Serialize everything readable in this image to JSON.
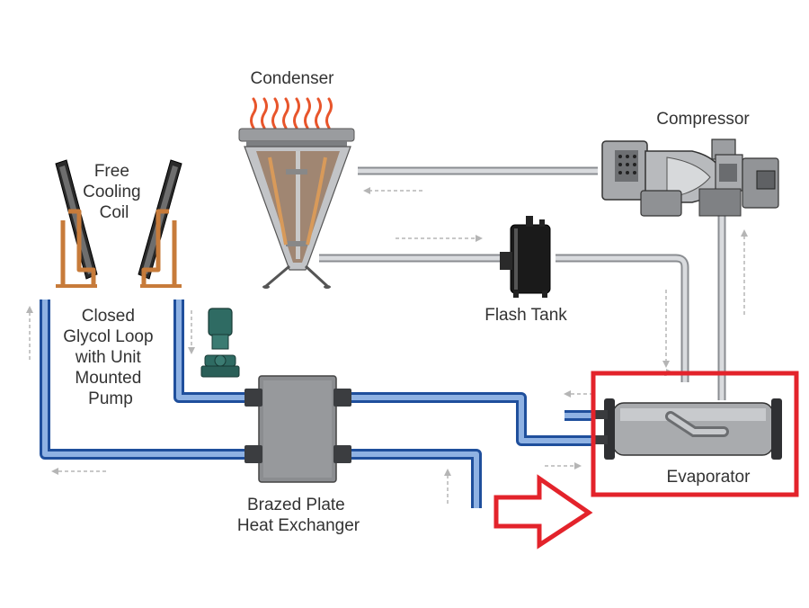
{
  "labels": {
    "condenser": "Condenser",
    "compressor": "Compressor",
    "free_cooling_coil": [
      "Free",
      "Cooling",
      "Coil"
    ],
    "closed_glycol_loop": [
      "Closed",
      "Glycol Loop",
      "with Unit",
      "Mounted",
      "Pump"
    ],
    "flash_tank": "Flash Tank",
    "evaporator": "Evaporator",
    "brazed_plate_heat_exchanger": [
      "Brazed Plate",
      "Heat Exchanger"
    ]
  },
  "colors": {
    "highlight": "#e3232b",
    "glycol_pipe": "#1f4f9c",
    "refrigerant_pipe": "#8a8d91",
    "flame": "#e8552b",
    "condenser_body": "#a08672",
    "pump": "#2f6b63"
  },
  "icons": [
    "flame-icon",
    "pump-icon",
    "arrow-right-icon"
  ]
}
